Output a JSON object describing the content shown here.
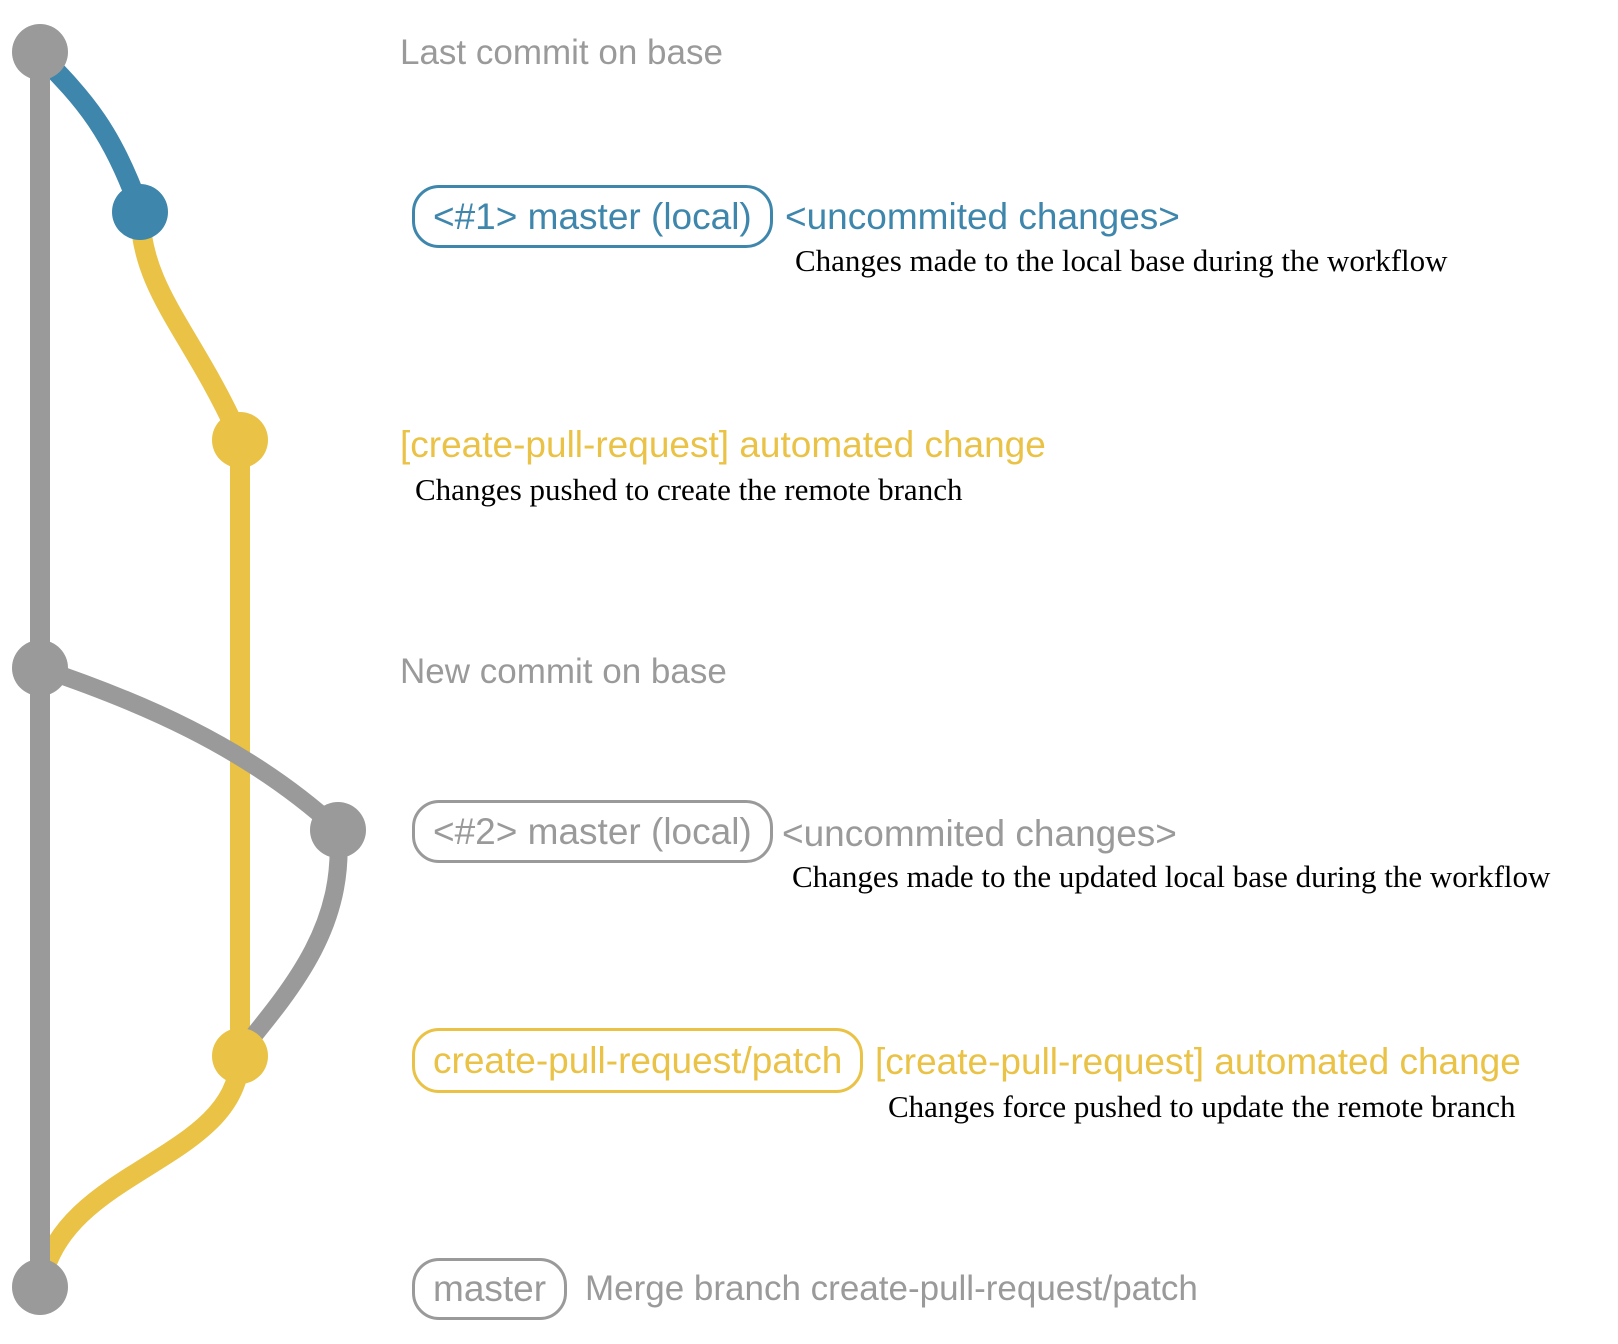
{
  "colors": {
    "gray": "#9a9a9a",
    "blue": "#3e86ac",
    "yellow": "#e9c246",
    "ink": "#000000"
  },
  "graph": {
    "description": "git commit graph with base branch (gray), local working branch (blue/gray) and create-pull-request/patch branch (yellow)",
    "nodes": [
      {
        "id": "last-commit-on-base",
        "color": "gray"
      },
      {
        "id": "local-commit-1",
        "color": "blue"
      },
      {
        "id": "remote-branch-commit-1",
        "color": "yellow"
      },
      {
        "id": "new-commit-on-base",
        "color": "gray"
      },
      {
        "id": "local-commit-2",
        "color": "gray"
      },
      {
        "id": "remote-branch-commit-2",
        "color": "yellow"
      },
      {
        "id": "merge-commit",
        "color": "gray"
      }
    ]
  },
  "rows": {
    "last_commit": {
      "label": "Last commit on base"
    },
    "commit1": {
      "badge": "<#1> master (local)",
      "message": "<uncommited changes>",
      "annotation": "Changes made to the local base during the workflow"
    },
    "cpr1": {
      "message": "[create-pull-request] automated change",
      "annotation": "Changes pushed to create the remote branch"
    },
    "new_commit": {
      "label": "New commit on base"
    },
    "commit2": {
      "badge": "<#2> master (local)",
      "message": "<uncommited changes>",
      "annotation": "Changes made to the updated local base during the workflow"
    },
    "cpr2": {
      "badge": "create-pull-request/patch",
      "message": "[create-pull-request] automated change",
      "annotation": "Changes force pushed to update the remote branch"
    },
    "merge": {
      "badge": "master",
      "message": "Merge branch create-pull-request/patch"
    }
  }
}
